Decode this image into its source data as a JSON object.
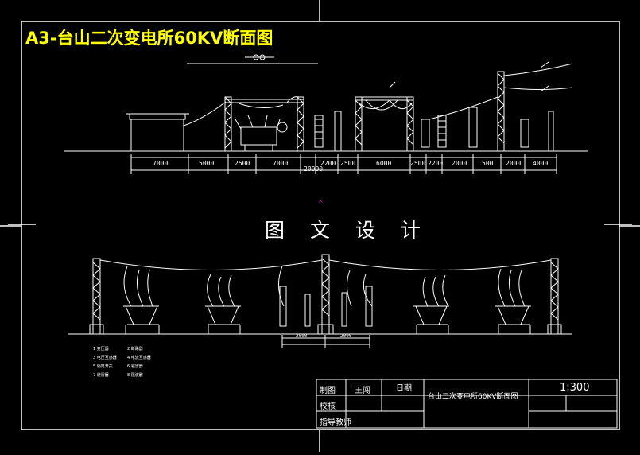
{
  "title": "A3-台山二次变电所60KV断面图",
  "watermark": "图 文 设 计",
  "upper_dimensions": [
    "7000",
    "5000",
    "2500",
    "7000",
    "2200",
    "2500",
    "6000",
    "2500",
    "2200",
    "2000",
    "500",
    "2000",
    "4000"
  ],
  "upper_dim_below": "20000",
  "lower_dimensions": [
    "2000",
    "2000"
  ],
  "title_block": {
    "label_drawn": "制图",
    "name": "王闯",
    "label_date": "日期",
    "label_check": "校核",
    "label_advisor": "指导教师",
    "drawing_name": "台山二次变电所60KV断面图",
    "scale": "1:300"
  },
  "legend": [
    "1 变压器",
    "3 电压互感器",
    "5 隔离开关",
    "7 避雷器",
    "2 断路器",
    "4 电流互感器",
    "6 避雷器",
    "8 阻波器"
  ],
  "colors": {
    "line": "#ffffff",
    "title": "#ffff00",
    "marker": "#ff00ff"
  }
}
